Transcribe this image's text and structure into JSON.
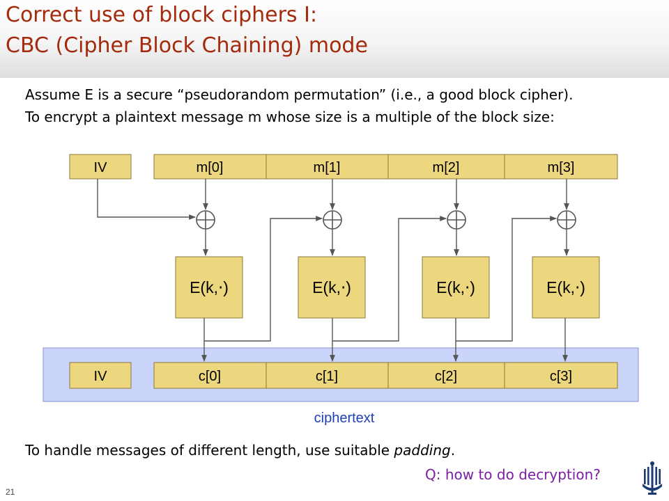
{
  "title": {
    "line1": "Correct use of block ciphers I:",
    "line2": "CBC (Cipher Block Chaining) mode"
  },
  "intro": {
    "line1": "Assume E is a secure “pseudorandom permutation” (i.e., a good block cipher).",
    "line2": "To encrypt a plaintext message m whose size is a multiple of the block size:"
  },
  "diagram": {
    "iv_top": "IV",
    "plaintext_blocks": [
      "m[0]",
      "m[1]",
      "m[2]",
      "m[3]"
    ],
    "encrypt_blocks": [
      "E(k,⋅)",
      "E(k,⋅)",
      "E(k,⋅)",
      "E(k,⋅)"
    ],
    "iv_bottom": "IV",
    "ciphertext_blocks": [
      "c[0]",
      "c[1]",
      "c[2]",
      "c[3]"
    ],
    "ciphertext_label": "ciphertext"
  },
  "padding_note": {
    "before": "To handle messages of different length, use suitable ",
    "emph": "padding",
    "after": "."
  },
  "question": "Q: how to do decryption?",
  "page_number": "21",
  "colors": {
    "title": "#a52a0b",
    "block_fill": "#ecd77e",
    "ciphertext_band": "#cbd4fb",
    "question": "#7a1fa0",
    "ciphertext_label": "#1f3fb8"
  }
}
